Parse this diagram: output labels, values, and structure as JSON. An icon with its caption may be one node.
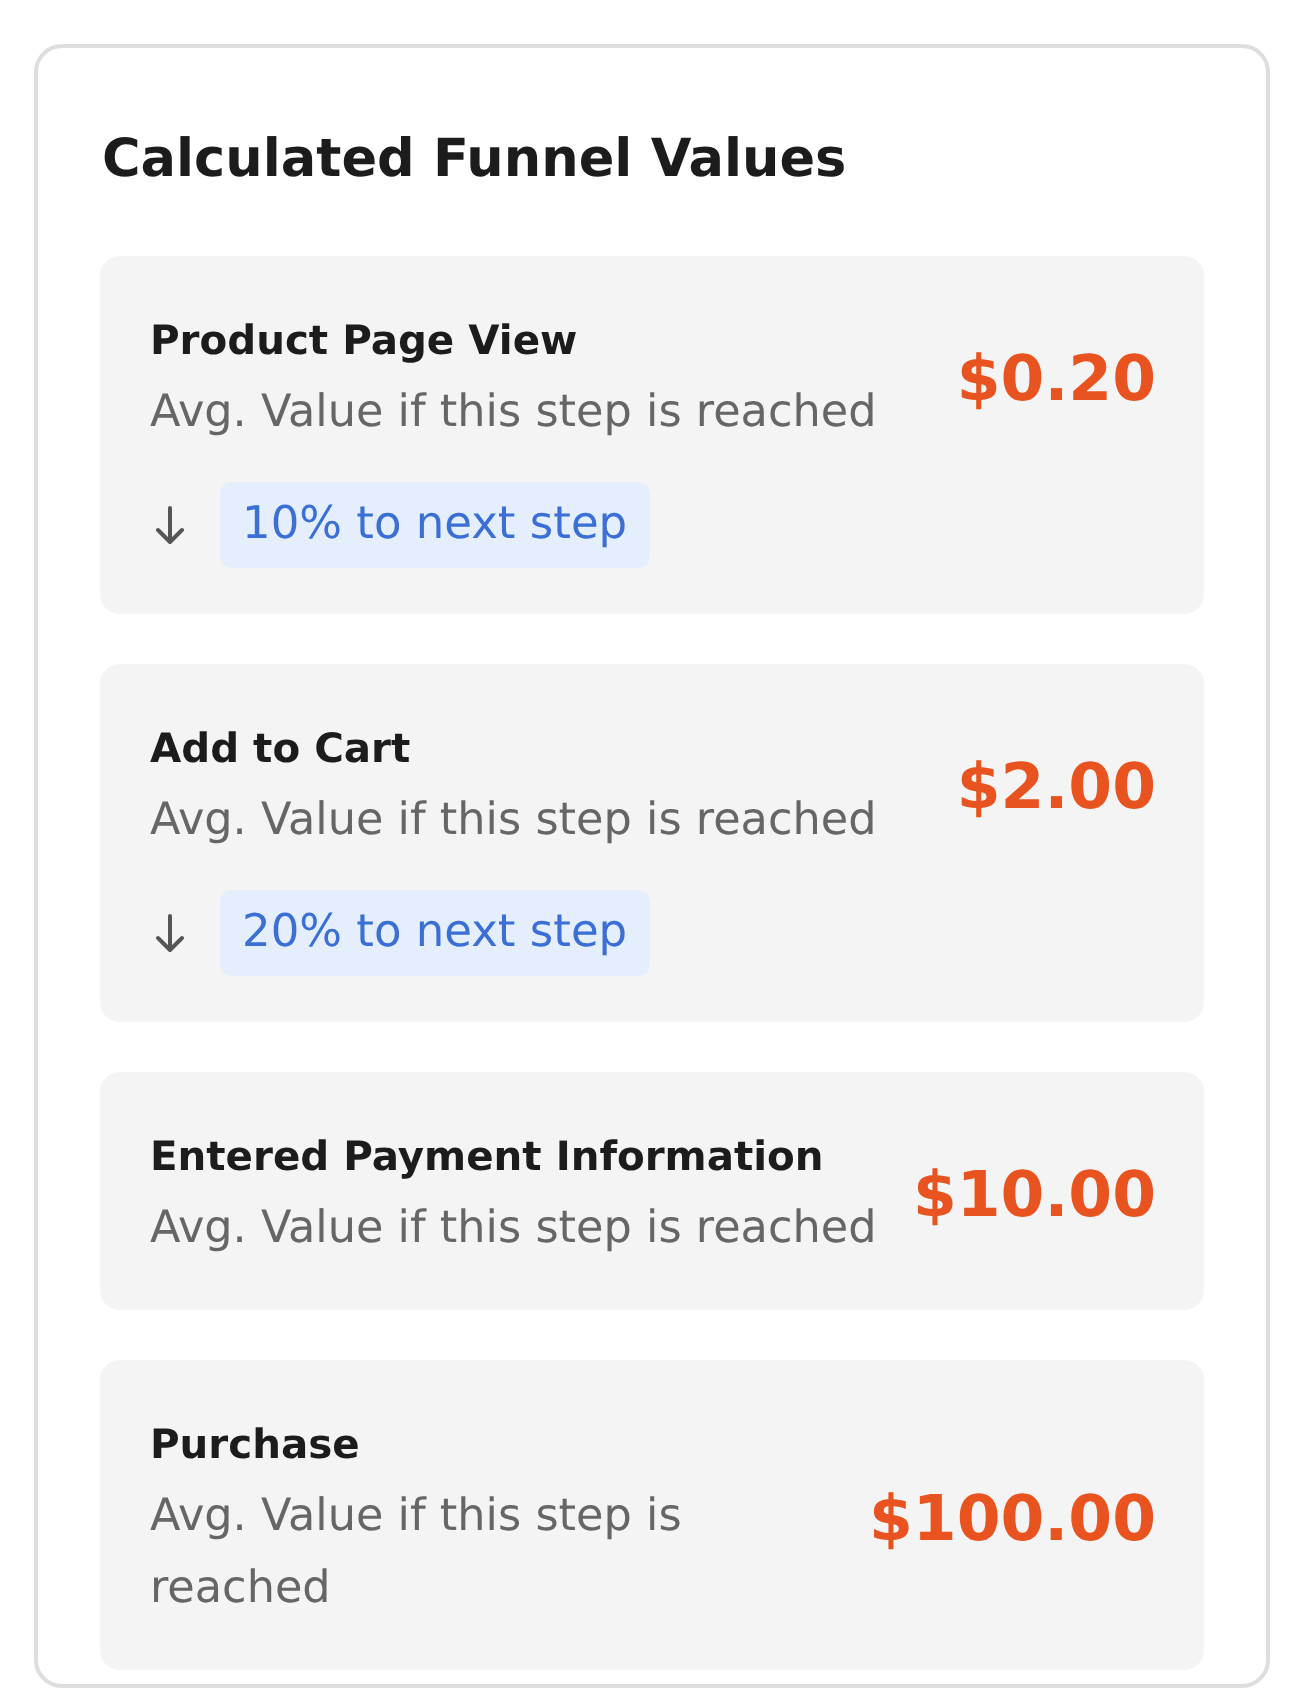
{
  "diagram": {
    "nodes": [
      {
        "text": [
          "Calculated Funnel Values"
        ]
      },
      {
        "text": [
          "Product Page View",
          "Avg. Value if this step is reached",
          "$0.20"
        ],
        "in": 0
      },
      {
        "text": [
          "10% to next step"
        ],
        "in": 1
      },
      {
        "text": [
          "Add to Cart",
          "Avg. Value if this step is reached",
          "$2.00"
        ],
        "in": 0
      },
      {
        "text": [
          "20% to next step"
        ],
        "in": 3
      },
      {
        "text": [
          "Entered Payment Information",
          "Avg. Value if this step is reached",
          "$10.00"
        ],
        "in": 0
      },
      {
        "text": [
          "Purchase",
          "Avg. Value if this step is reached",
          "$100.00"
        ],
        "in": 0
      }
    ]
  }
}
